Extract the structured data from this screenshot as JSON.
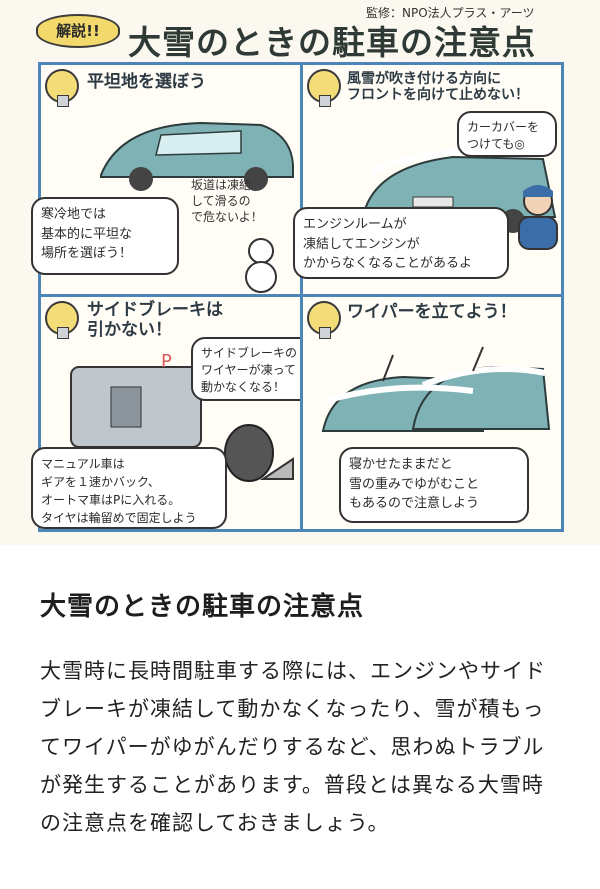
{
  "illustration": {
    "badge": "解説!!",
    "heading": "大雪のときの駐車の注意点",
    "supervisor": "監修：NPO法人プラス・アーツ",
    "panels": [
      {
        "title": "平坦地を選ぼう",
        "bubble": "寒冷地では\n基本的に平坦な\n場所を選ぼう！",
        "note": "坂道は凍結\nして滑るの\nで危ないよ！"
      },
      {
        "title": "風雪が吹き付ける方向に\nフロントを向けて止めない！",
        "note": "カーカバーを\nつけても◎",
        "bubble": "エンジンルームが\n凍結してエンジンが\nかからなくなることがあるよ"
      },
      {
        "title": "サイドブレーキは\n引かない！",
        "note": "サイドブレーキの\nワイヤーが凍って\n動かなくなる！",
        "bubble": "マニュアル車は\nギアを１速かバック、\nオートマ車はPに入れる。\nタイヤは輪留めで固定しよう"
      },
      {
        "title": "ワイパーを立てよう！",
        "bubble": "寝かせたままだと\n雪の重みでゆがむこと\nもあるので注意しよう"
      }
    ]
  },
  "article": {
    "title": "大雪のときの駐車の注意点",
    "body": "大雪時に長時間駐車する際には、エンジンやサイドブレーキが凍結して動かなくなったり、雪が積もってワイパーがゆがんだりするなど、思わぬトラブルが発生することがあります。普段とは異なる大雪時の注意点を確認しておきましょう。"
  },
  "colors": {
    "panel_border": "#4c86b8",
    "badge": "#f3d96b",
    "car": "#7fb2b5"
  }
}
